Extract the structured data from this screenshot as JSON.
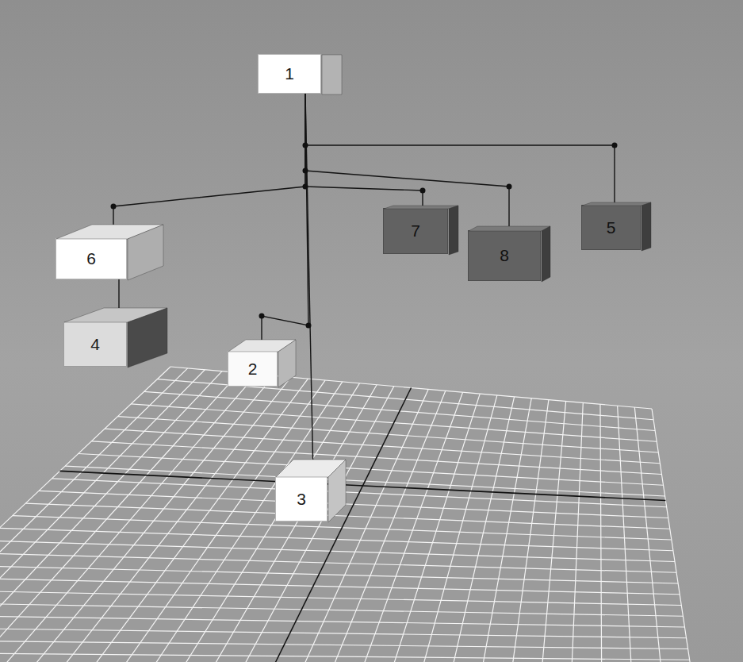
{
  "diagram": {
    "nodes": [
      {
        "text": [
          "1"
        ]
      },
      {
        "text": [
          "6"
        ]
      },
      {
        "text": [
          "7"
        ]
      },
      {
        "text": [
          "8"
        ]
      },
      {
        "text": [
          "5"
        ]
      },
      {
        "text": [
          "4"
        ]
      },
      {
        "text": [
          "2"
        ]
      },
      {
        "text": [
          "3"
        ]
      }
    ],
    "edges": [
      {
        "from": 0,
        "to": 4,
        "arrow": "none"
      },
      {
        "from": 0,
        "to": 3,
        "arrow": "none"
      },
      {
        "from": 0,
        "to": 2,
        "arrow": "none"
      },
      {
        "from": 0,
        "to": 1,
        "arrow": "none"
      },
      {
        "from": 0,
        "to": 6,
        "arrow": "none"
      },
      {
        "from": 0,
        "to": 7,
        "arrow": "none"
      },
      {
        "from": 1,
        "to": 5,
        "arrow": "none"
      }
    ]
  }
}
